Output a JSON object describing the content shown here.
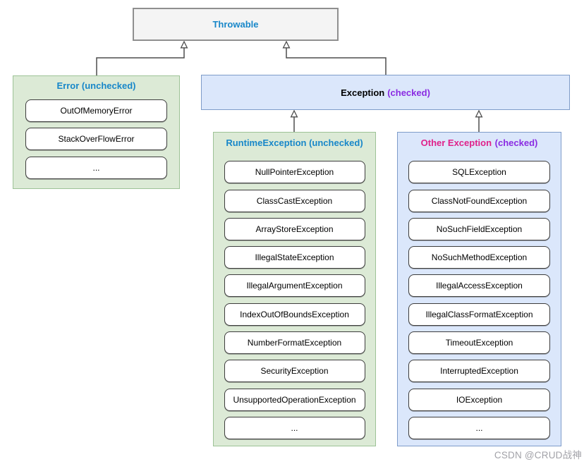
{
  "watermark": "CSDN @CRUD战神",
  "diagram": {
    "throwable": {
      "label": "Throwable"
    },
    "error": {
      "title": "Error (unchecked)",
      "items": [
        "OutOfMemoryError",
        "StackOverFlowError",
        "..."
      ]
    },
    "exception": {
      "name": "Exception",
      "tag": "(checked)"
    },
    "runtime": {
      "title": "RuntimeException (unchecked)",
      "items": [
        "NullPointerException",
        "ClassCastException",
        "ArrayStoreException",
        "IllegalStateException",
        "IllegalArgumentException",
        "IndexOutOfBoundsException",
        "NumberFormatException",
        "SecurityException",
        "UnsupportedOperationException",
        "..."
      ]
    },
    "other": {
      "name": "Other Exception",
      "tag": "(checked)",
      "items": [
        "SQLException",
        "ClassNotFoundException",
        "NoSuchFieldException",
        "NoSuchMethodException",
        "IllegalAccessException",
        "IllegalClassFormatException",
        "TimeoutException",
        "InterruptedException",
        "IOException",
        "..."
      ]
    },
    "colors": {
      "blue_title": "#1887c9",
      "purple_tag": "#8a2be2",
      "pink_title": "#e0218a",
      "green_fill": "#dcead6",
      "green_border": "#9dc296",
      "blue_fill": "#dbe7fb",
      "blue_border": "#7e9cc9",
      "gray_fill": "#f4f4f4",
      "gray_border": "#8f8f8f",
      "connector": "#4d4d4d"
    }
  }
}
